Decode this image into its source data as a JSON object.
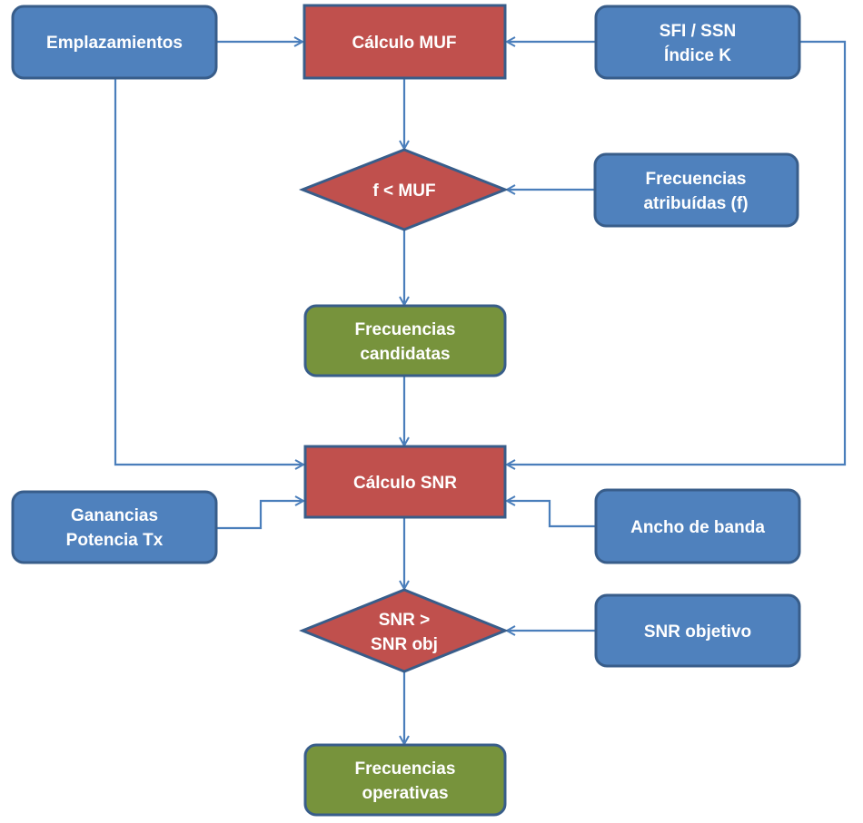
{
  "colors": {
    "input": "#4f81bd",
    "process": "#c0504d",
    "result": "#77933c",
    "border": "#385d8a",
    "connector": "#4a7ebb"
  },
  "nodes": {
    "emplazamientos": [
      "Emplazamientos"
    ],
    "calculo_muf": [
      "Cálculo MUF"
    ],
    "sfi_ssn": [
      "SFI / SSN",
      "Índice K"
    ],
    "f_muf": [
      "f < MUF"
    ],
    "frecuencias_atribuidas": [
      "Frecuencias",
      "atribuídas (f)"
    ],
    "frecuencias_candidatas": [
      "Frecuencias",
      "candidatas"
    ],
    "calculo_snr": [
      "Cálculo SNR"
    ],
    "ganancias": [
      "Ganancias",
      "Potencia Tx"
    ],
    "ancho_banda": [
      "Ancho de banda"
    ],
    "snr_check": [
      "SNR >",
      "SNR obj"
    ],
    "snr_objetivo": [
      "SNR objetivo"
    ],
    "frecuencias_operativas": [
      "Frecuencias",
      "operativas"
    ]
  }
}
